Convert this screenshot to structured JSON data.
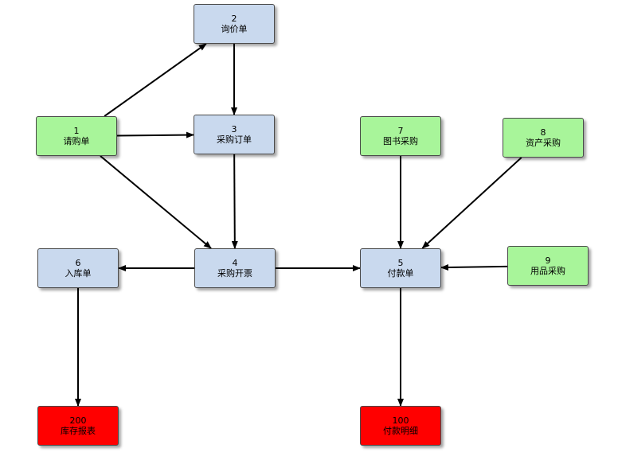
{
  "nodes": {
    "n1": {
      "num": "1",
      "label": "请购单",
      "color": "#a8f59a"
    },
    "n2": {
      "num": "2",
      "label": "询价单",
      "color": "#c9d9ee"
    },
    "n3": {
      "num": "3",
      "label": "采购订单",
      "color": "#c9d9ee"
    },
    "n4": {
      "num": "4",
      "label": "采购开票",
      "color": "#c9d9ee"
    },
    "n5": {
      "num": "5",
      "label": "付款单",
      "color": "#c9d9ee"
    },
    "n6": {
      "num": "6",
      "label": "入库单",
      "color": "#c9d9ee"
    },
    "n7": {
      "num": "7",
      "label": "图书采购",
      "color": "#a8f59a"
    },
    "n8": {
      "num": "8",
      "label": "资产采购",
      "color": "#a8f59a"
    },
    "n9": {
      "num": "9",
      "label": "用品采购",
      "color": "#a8f59a"
    },
    "n100": {
      "num": "100",
      "label": "付款明细",
      "color": "#ff0000"
    },
    "n200": {
      "num": "200",
      "label": "库存报表",
      "color": "#ff0000"
    }
  },
  "edges": [
    {
      "from": "1",
      "to": "2"
    },
    {
      "from": "1",
      "to": "3"
    },
    {
      "from": "1",
      "to": "4"
    },
    {
      "from": "2",
      "to": "3"
    },
    {
      "from": "3",
      "to": "4"
    },
    {
      "from": "4",
      "to": "6"
    },
    {
      "from": "4",
      "to": "5"
    },
    {
      "from": "7",
      "to": "5"
    },
    {
      "from": "8",
      "to": "5"
    },
    {
      "from": "9",
      "to": "5"
    },
    {
      "from": "5",
      "to": "100"
    },
    {
      "from": "6",
      "to": "200"
    }
  ]
}
